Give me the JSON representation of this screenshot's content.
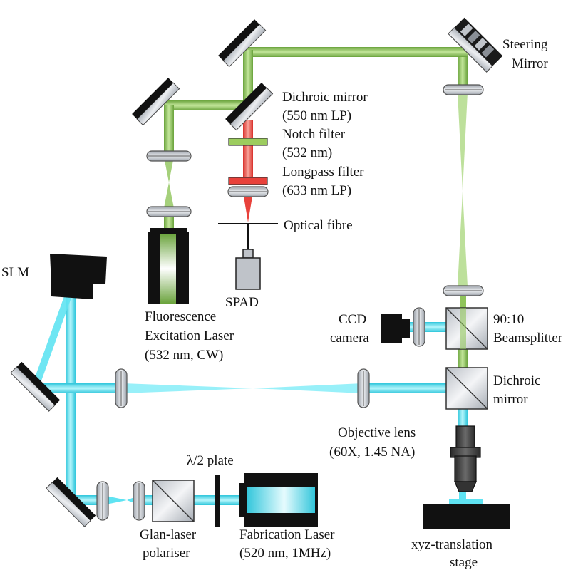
{
  "colors": {
    "green_beam": "#8fc45a",
    "green_dark": "#6aa33c",
    "cyan_beam": "#5fe3f2",
    "cyan_dark": "#2ec6db",
    "red_beam": "#e8413b",
    "mirror_face": "#c9cdd3",
    "component_black": "#111111"
  },
  "labels": {
    "steering_mirror": [
      "Steering",
      "Mirror"
    ],
    "dichroic_top": [
      "Dichroic mirror",
      "(550 nm LP)"
    ],
    "notch_filter": [
      "Notch filter",
      "(532 nm)"
    ],
    "longpass_filter": [
      "Longpass filter",
      "(633 nm LP)"
    ],
    "optical_fibre": "Optical fibre",
    "slm": "SLM",
    "spad": "SPAD",
    "fluorescence_laser": [
      "Fluorescence",
      "Excitation Laser",
      "(532 nm, CW)"
    ],
    "ccd_camera": [
      "CCD",
      "camera"
    ],
    "beamsplitter": [
      "90:10",
      "Beamsplitter"
    ],
    "dichroic_bottom": [
      "Dichroic",
      "mirror"
    ],
    "objective_lens": [
      "Objective lens",
      "(60X, 1.45 NA)"
    ],
    "half_wave_plate": "λ/2 plate",
    "glan_laser": [
      "Glan-laser",
      "polariser"
    ],
    "fabrication_laser": [
      "Fabrication Laser",
      "(520 nm, 1MHz)"
    ],
    "xyz_stage": [
      "xyz-translation",
      "stage"
    ]
  }
}
